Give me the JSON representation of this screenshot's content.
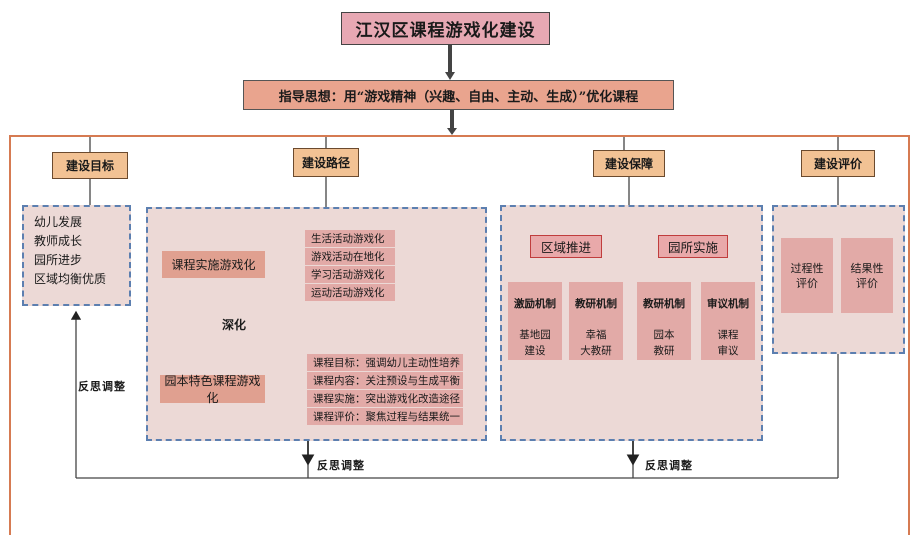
{
  "title": "江汉区课程游戏化建设",
  "guideline": "指导思想：用“游戏精神（兴趣、自由、主动、生成）”优化课程",
  "sections": {
    "goal": {
      "header": "建设目标",
      "items": [
        "幼儿发展",
        "教师成长",
        "园所进步",
        "区域均衡优质"
      ]
    },
    "path": {
      "header": "建设路径",
      "stage1": "课程实施游戏化",
      "stage1_items": [
        "生活活动游戏化",
        "游戏活动在地化",
        "学习活动游戏化",
        "运动活动游戏化"
      ],
      "deepen": "深化",
      "stage2": "园本特色课程游戏化",
      "stage2_items": [
        "课程目标：强调幼儿主动性培养",
        "课程内容：关注预设与生成平衡",
        "课程实施：突出游戏化改造途径",
        "课程评价：聚焦过程与结果统一"
      ]
    },
    "support": {
      "header": "建设保障",
      "region": "区域推进",
      "school": "园所实施",
      "mechanisms": [
        {
          "title": "激励机制",
          "lines": [
            "基地园",
            "建设"
          ]
        },
        {
          "title": "教研机制",
          "lines": [
            "幸福",
            "大教研"
          ]
        },
        {
          "title": "教研机制",
          "lines": [
            "园本",
            "教研"
          ]
        },
        {
          "title": "审议机制",
          "lines": [
            "课程",
            "审议"
          ]
        }
      ]
    },
    "eval": {
      "header": "建设评价",
      "process": [
        "过程性",
        "评价"
      ],
      "result": [
        "结果性",
        "评价"
      ]
    }
  },
  "feedback": {
    "left": "反思调整",
    "mid": "反思调整",
    "right": "反思调整"
  }
}
